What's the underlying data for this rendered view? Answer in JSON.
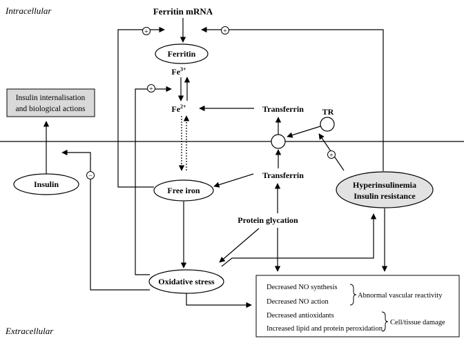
{
  "regions": {
    "intracellular": "Intracellular",
    "extracellular": "Extracellular"
  },
  "nodes": {
    "ferritin_mrna": "Ferritin mRNA",
    "ferritin": "Ferritin",
    "fe3": {
      "base": "Fe",
      "sup": "3+"
    },
    "fe2": {
      "base": "Fe",
      "sup": "2+"
    },
    "transferrin_in": "Transferrin",
    "tr": "TR",
    "transferrin_out": "Transferrin",
    "insulin_internalisation": [
      "Insulin internalisation",
      "and biological actions"
    ],
    "insulin": "Insulin",
    "free_iron": "Free iron",
    "hyperinsulinemia": [
      "Hyperinsulinemia",
      "Insulin resistance"
    ],
    "protein_glycation": "Protein glycation",
    "oxidative_stress": "Oxidative stress"
  },
  "outcomes": {
    "items": [
      "Decreased NO synthesis",
      "Decreased NO action",
      "Decreased antioxidants",
      "Increased lipid and protein peroxidation"
    ],
    "groups": [
      "Abnormal vascular reactivity",
      "Cell/tissue damage"
    ]
  },
  "signs": {
    "plus": "+",
    "minus": "−"
  },
  "colors": {
    "line": "#000000",
    "box_fill": "#d9d9d9",
    "hyper_fill": "#e2e2e2",
    "membrane": "#000000"
  }
}
